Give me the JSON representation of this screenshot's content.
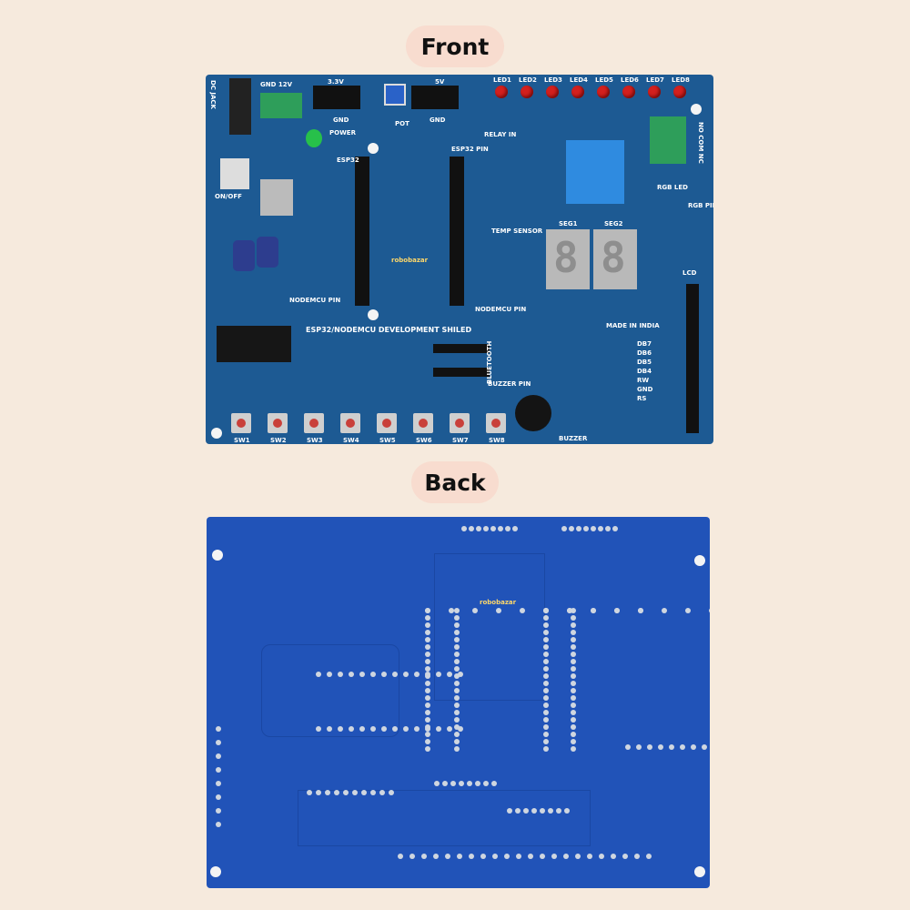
{
  "labels": {
    "front": "Front",
    "back": "Back"
  },
  "front_board": {
    "title": "ESP32/NODEMCU DEVELOPMENT SHILED",
    "made_in": "MADE IN INDIA",
    "brand": "robobazar",
    "dc_jack": "DC JACK",
    "gnd_12v": "GND 12V",
    "v33": "3.3V",
    "v5": "5V",
    "gnd": "GND",
    "pot": "POT",
    "power": "POWER",
    "on_off": "ON/OFF",
    "esp32": "ESP32",
    "esp32_pin": "ESP32 PIN",
    "nodemcu_pin": "NODEMCU PIN",
    "relay_in": "RELAY IN",
    "temp_sensor": "TEMP SENSOR",
    "rgb_led": "RGB LED",
    "rgb_pin": "RGB PIN",
    "relay_terms": "NO COM NC",
    "leds": [
      "LED1",
      "LED2",
      "LED3",
      "LED4",
      "LED5",
      "LED6",
      "LED7",
      "LED8"
    ],
    "segs": [
      "SEG1",
      "SEG2"
    ],
    "lcd": "LCD",
    "lcd_pins": [
      "DB7",
      "DB6",
      "DB5",
      "DB4",
      "RW",
      "GND",
      "RS"
    ],
    "bluetooth": "BLUETOOTH",
    "buzzer_pin": "BUZZER PIN",
    "buzzer": "BUZZER",
    "switches": [
      "SW1",
      "SW2",
      "SW3",
      "SW4",
      "SW5",
      "SW6",
      "SW7",
      "SW8"
    ]
  },
  "back_board": {
    "brand": "robobazar"
  },
  "colors": {
    "background": "#f6eadd",
    "pill": "#f8dccf",
    "front_pcb": "#1d5a93",
    "back_pcb": "#2153b8"
  }
}
